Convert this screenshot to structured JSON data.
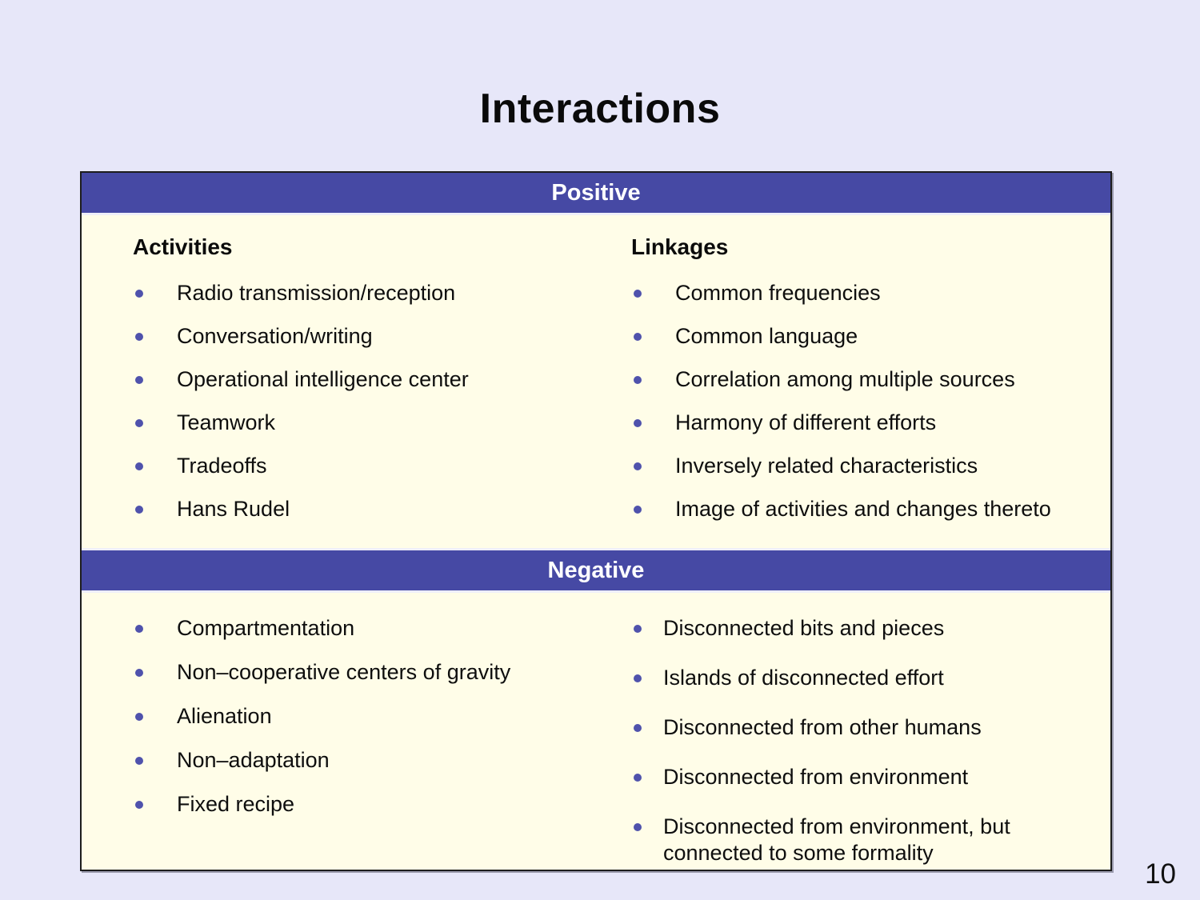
{
  "page": {
    "title": "Interactions",
    "page_number": "10"
  },
  "colors": {
    "background": "#E7E7F9",
    "header_bar": "#4649A4",
    "panel_bg": "#FFFDE8",
    "bullet": "#4F52AC",
    "border": "#1D1D1D"
  },
  "sections": [
    {
      "header": "Positive",
      "columns": [
        {
          "heading": "Activities",
          "items": [
            "Radio transmission/reception",
            "Conversation/writing",
            "Operational intelligence center",
            "Teamwork",
            "Tradeoffs",
            "Hans Rudel"
          ]
        },
        {
          "heading": "Linkages",
          "items": [
            "Common frequencies",
            "Common language",
            "Correlation among multiple sources",
            "Harmony of different efforts",
            "Inversely related characteristics",
            "Image of activities and changes thereto"
          ]
        }
      ]
    },
    {
      "header": "Negative",
      "columns": [
        {
          "heading": "",
          "items": [
            "Compartmentation",
            "Non–cooperative centers of gravity",
            "Alienation",
            "Non–adaptation",
            "Fixed recipe"
          ]
        },
        {
          "heading": "",
          "items": [
            "Disconnected bits and pieces",
            "Islands of disconnected effort",
            "Disconnected from other humans",
            "Disconnected from environment",
            "Disconnected from environment, but connected to some formality"
          ]
        }
      ]
    }
  ]
}
